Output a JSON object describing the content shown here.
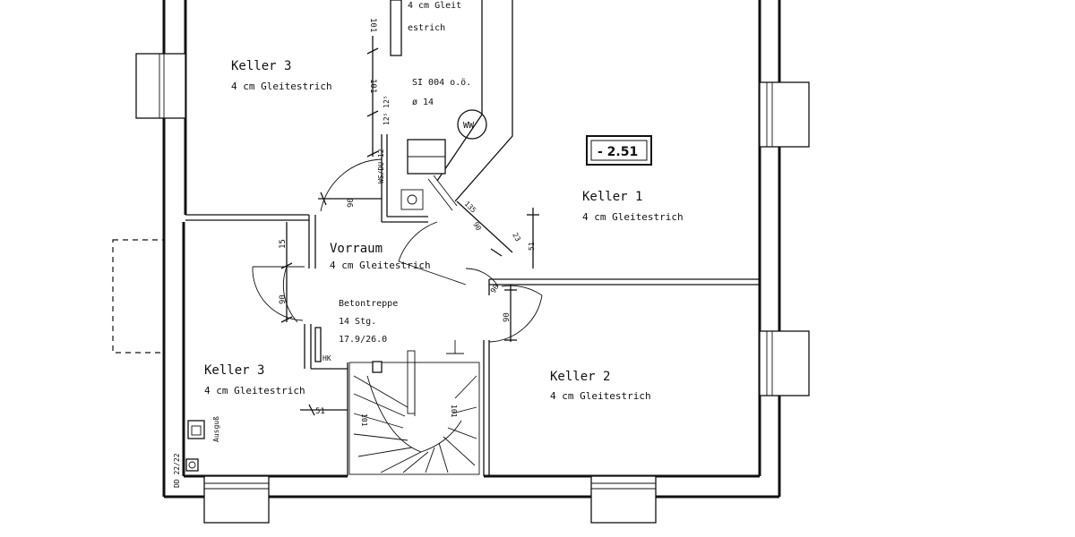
{
  "rooms": {
    "keller3_top": {
      "name": "Keller 3",
      "floor": "4 cm Gleitestrich"
    },
    "top_center": {
      "floor_a": "4 cm Gleit",
      "floor_b": "estrich"
    },
    "keller1": {
      "name": "Keller 1",
      "floor": "4 cm Gleitestrich"
    },
    "vorraum": {
      "name": "Vorraum",
      "floor": "4 cm Gleitestrich"
    },
    "keller3_bottom": {
      "name": "Keller 3",
      "floor": "4 cm Gleitestrich"
    },
    "keller2": {
      "name": "Keller 2",
      "floor": "4 cm Gleitestrich"
    }
  },
  "level_marker": "- 2.51",
  "stair": {
    "title": "Betontreppe",
    "steps": "14 Stg.",
    "ratio": "17.9/26.0"
  },
  "labels": {
    "si": "SI 004 o.ö.",
    "diameter": "ø 14",
    "ww": "WW",
    "vertical_note": "WS/DU 12",
    "hk": "HK",
    "ausguss": "Ausguß",
    "dd": "DD 22/22"
  },
  "dimensions": {
    "d101": "101",
    "d125": "12⁵ 12⁵",
    "d90a": "90",
    "d15": "15",
    "d90b": "90",
    "d90c": "90",
    "d90d": "90",
    "d135": "135",
    "d90e": "90",
    "d23": "23",
    "d51": "51",
    "d51b": "51",
    "d101b": "101",
    "d101c": "101"
  }
}
